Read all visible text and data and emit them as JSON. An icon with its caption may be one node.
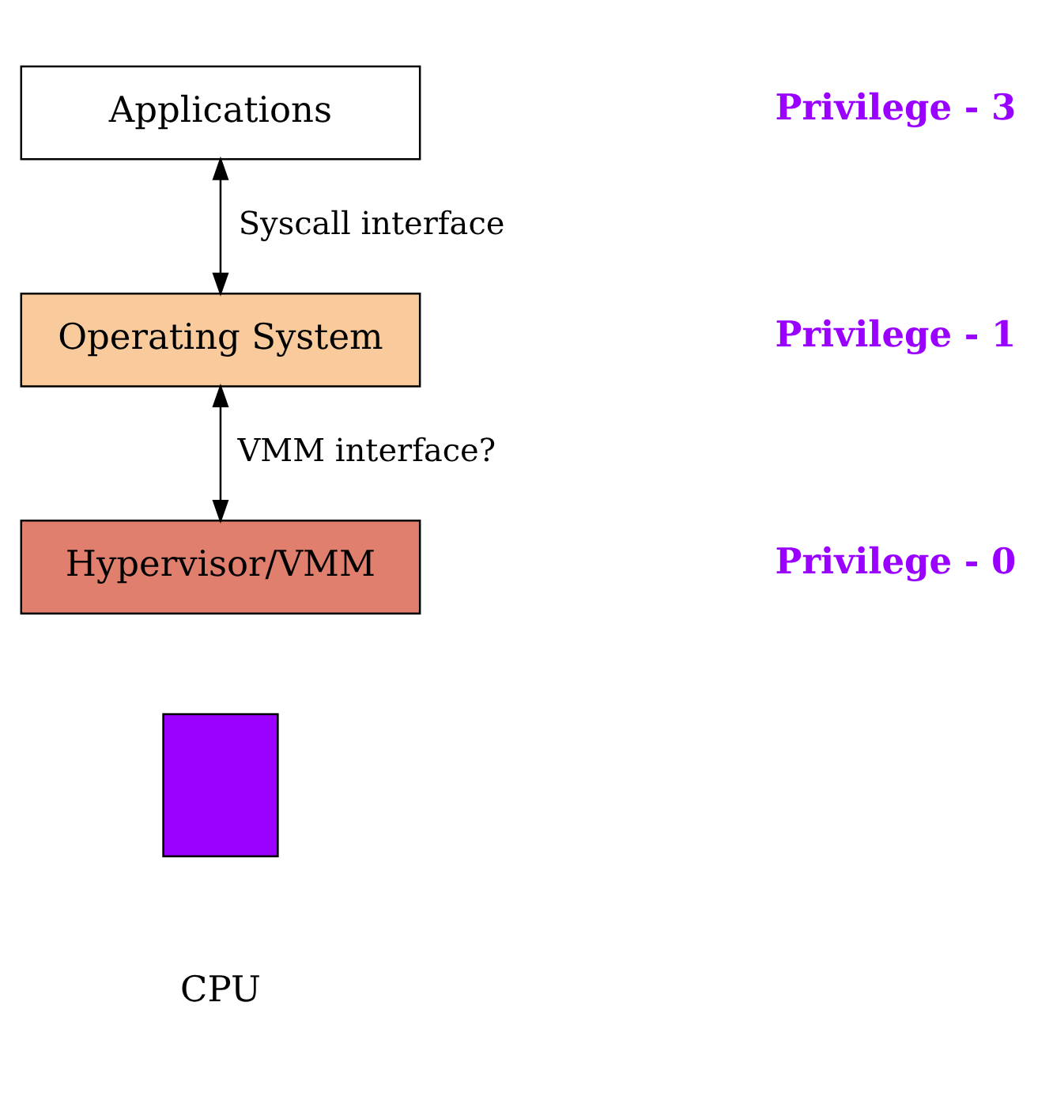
{
  "diagram": {
    "nodes": [
      {
        "text": [
          "Applications"
        ]
      },
      {
        "text": [
          "Operating System"
        ]
      },
      {
        "text": [
          "Hypervisor/VMM"
        ]
      },
      {
        "text": [],
        "shape": "box",
        "beside": [
          "CPU"
        ]
      }
    ],
    "edges": [
      {
        "from": 0,
        "to": 1,
        "arrow": "both",
        "label": "Syscall interface"
      },
      {
        "from": 1,
        "to": 2,
        "arrow": "both",
        "label": "VMM interface?"
      }
    ],
    "labels": [
      "Privilege - 3",
      "Privilege - 1",
      "Privilege - 0"
    ]
  }
}
